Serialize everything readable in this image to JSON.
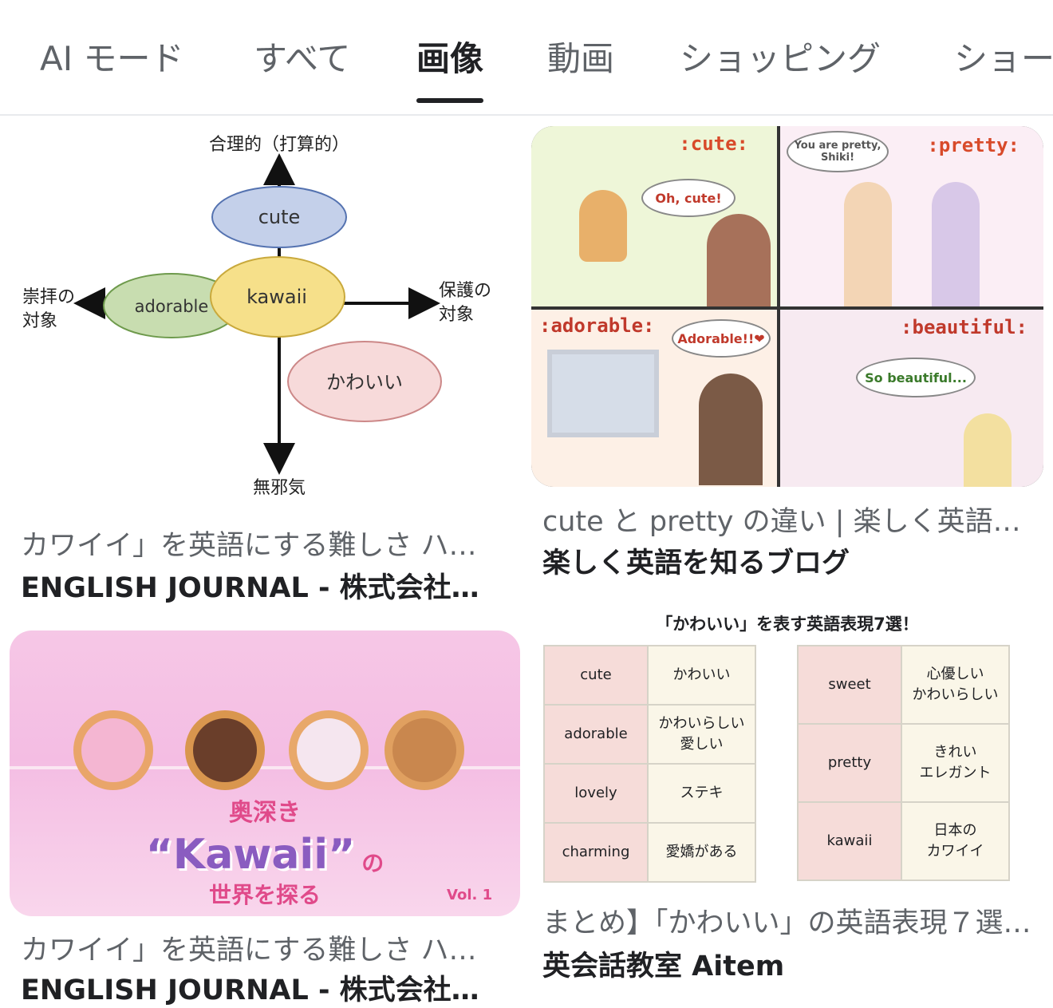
{
  "tabs": [
    {
      "label": "AI モード"
    },
    {
      "label": "すべて"
    },
    {
      "label": "画像",
      "active": true
    },
    {
      "label": "動画"
    },
    {
      "label": "ショッピング"
    },
    {
      "label": "ショー"
    }
  ],
  "results": [
    {
      "title": "カワイイ」を英語にする難しさ ハ…",
      "source": "ENGLISH JOURNAL - 株式会社…",
      "diagram": {
        "top": "合理的（打算的）",
        "bottom": "無邪気",
        "left": "崇拝の\n対象",
        "right": "保護の\n対象",
        "ellipses": [
          "cute",
          "kawaii",
          "adorable",
          "かわいい"
        ]
      }
    },
    {
      "title": "cute と pretty の違い | 楽しく英語…",
      "source": "楽しく英語を知るブログ",
      "panels": [
        {
          "label": ":cute:",
          "bubble": "Oh, cute!"
        },
        {
          "label": ":pretty:",
          "bubble": "You are pretty, Shiki!"
        },
        {
          "label": ":adorable:",
          "bubble": "Adorable!!❤"
        },
        {
          "label": ":beautiful:",
          "bubble": "So beautiful..."
        }
      ]
    },
    {
      "title": "カワイイ」を英語にする難しさ ハ…",
      "source": "ENGLISH JOURNAL - 株式会社…",
      "banner": {
        "line1": "奥深き",
        "word": "“Kawaii”",
        "no": "の",
        "line2": "世界を探る",
        "vol": "Vol. 1"
      }
    },
    {
      "title": "まとめ】「かわいい」の英語表現７選…",
      "source": "英会話教室 Aitem",
      "table": {
        "heading": "「かわいい」を表す英語表現7選！",
        "left": [
          [
            "cute",
            "かわいい"
          ],
          [
            "adorable",
            "かわいらしい\n愛しい"
          ],
          [
            "lovely",
            "ステキ"
          ],
          [
            "charming",
            "愛嬌がある"
          ]
        ],
        "right": [
          [
            "sweet",
            "心優しい\nかわいらしい"
          ],
          [
            "pretty",
            "きれい\nエレガント"
          ],
          [
            "kawaii",
            "日本の\nカワイイ"
          ]
        ]
      }
    }
  ]
}
